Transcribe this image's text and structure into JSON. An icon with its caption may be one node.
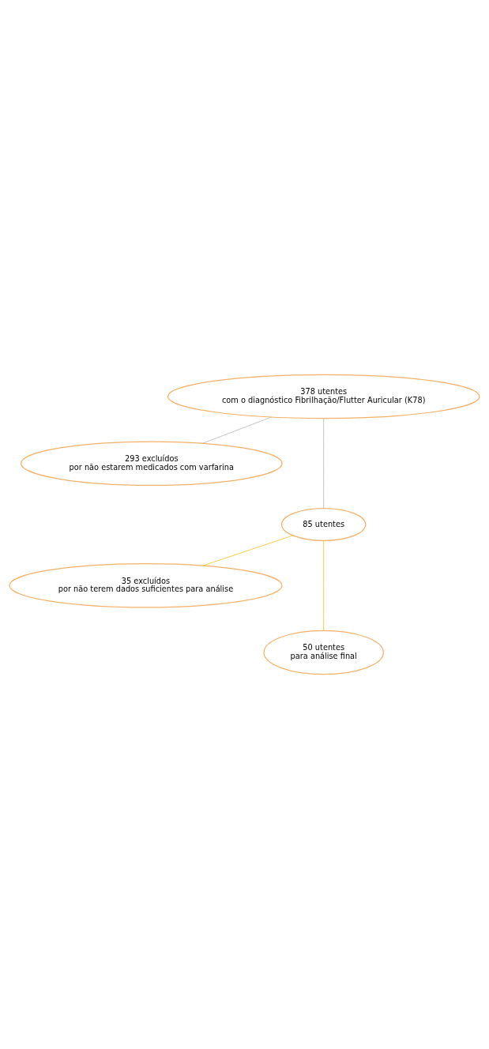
{
  "diagram": {
    "nodes": [
      {
        "text": [
          "378 utentes",
          "com o diagnóstico Fibrilhação/Flutter Auricular (K78)"
        ]
      },
      {
        "text": [
          "293 excluídos",
          "por não estarem medicados com varfarina"
        ]
      },
      {
        "text": [
          "85 utentes"
        ]
      },
      {
        "text": [
          "35 excluídos",
          "por não terem dados suficientes para análise"
        ]
      },
      {
        "text": [
          "50 utentes",
          "para análise final"
        ]
      }
    ],
    "edges": [
      {
        "from": 0,
        "to": 1,
        "arrow": "none",
        "color": "#b5b5b5"
      },
      {
        "from": 0,
        "to": 2,
        "arrow": "none",
        "color": "#b5b5b5"
      },
      {
        "from": 2,
        "to": 3,
        "arrow": "none",
        "color": "#f5c518"
      },
      {
        "from": 2,
        "to": 4,
        "arrow": "none",
        "color": "#f5c518"
      }
    ]
  }
}
